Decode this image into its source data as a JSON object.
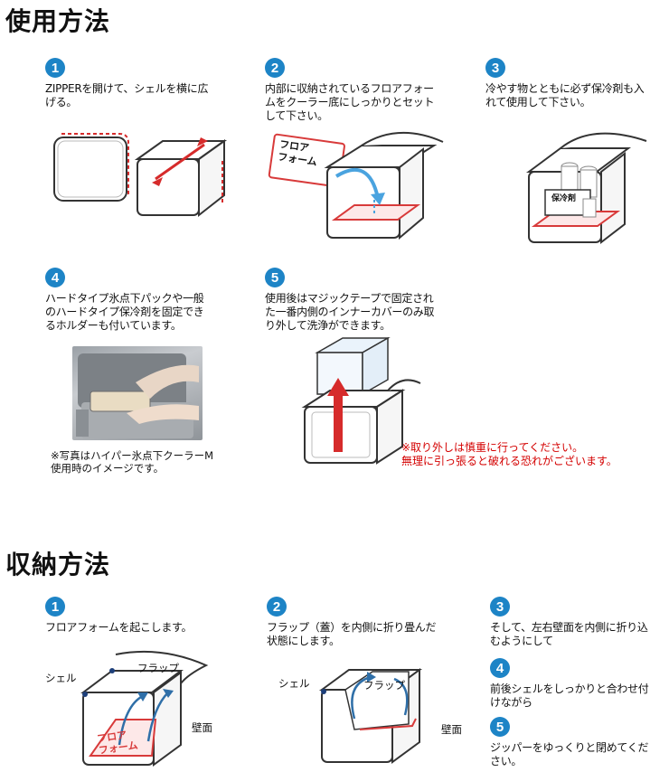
{
  "usage": {
    "title": "使用方法",
    "steps": [
      {
        "num": "1",
        "text": "ZIPPERを開けて、シェルを横に広\nげる。"
      },
      {
        "num": "2",
        "text": "内部に収納されているフロアフォー\nムをクーラー底にしっかりとセット\nして下さい。"
      },
      {
        "num": "3",
        "text": "冷やす物とともに必ず保冷剤も入\nれて使用して下さい。"
      },
      {
        "num": "4",
        "text": "ハードタイプ氷点下パックや一般\nのハードタイプ保冷剤を固定でき\nるホルダーも付いています。"
      },
      {
        "num": "5",
        "text": "使用後はマジックテープで固定され\nた一番内側のインナーカバーのみ取\nり外して洗浄ができます。"
      }
    ],
    "floor_label": "フロア\nフォーム",
    "ice_label": "保冷剤",
    "photo_note": "※写真はハイパー氷点下クーラーM\n使用時のイメージです。",
    "warning": "※取り外しは慎重に行ってください。\n無理に引っ張ると破れる恐れがございます。"
  },
  "storage": {
    "title": "収納方法",
    "steps": [
      {
        "num": "1",
        "text": "フロアフォームを起こします。"
      },
      {
        "num": "2",
        "text": "フラップ（蓋）を内側に折り畳んだ\n状態にします。"
      },
      {
        "num": "3",
        "text": "そして、左右壁面を内側に折り込\nむようにして"
      },
      {
        "num": "4",
        "text": "前後シェルをしっかりと合わせ付\nけながら"
      },
      {
        "num": "5",
        "text": "ジッパーをゆっくりと閉めてくだ\nさい。"
      }
    ],
    "label_shell": "シェル",
    "label_flap": "フラップ",
    "label_wall": "壁面",
    "label_floor": "フロア\nフォーム"
  },
  "colors": {
    "accent": "#1d84c6",
    "warning": "#d40000",
    "floor_red": "#d83a3a"
  }
}
